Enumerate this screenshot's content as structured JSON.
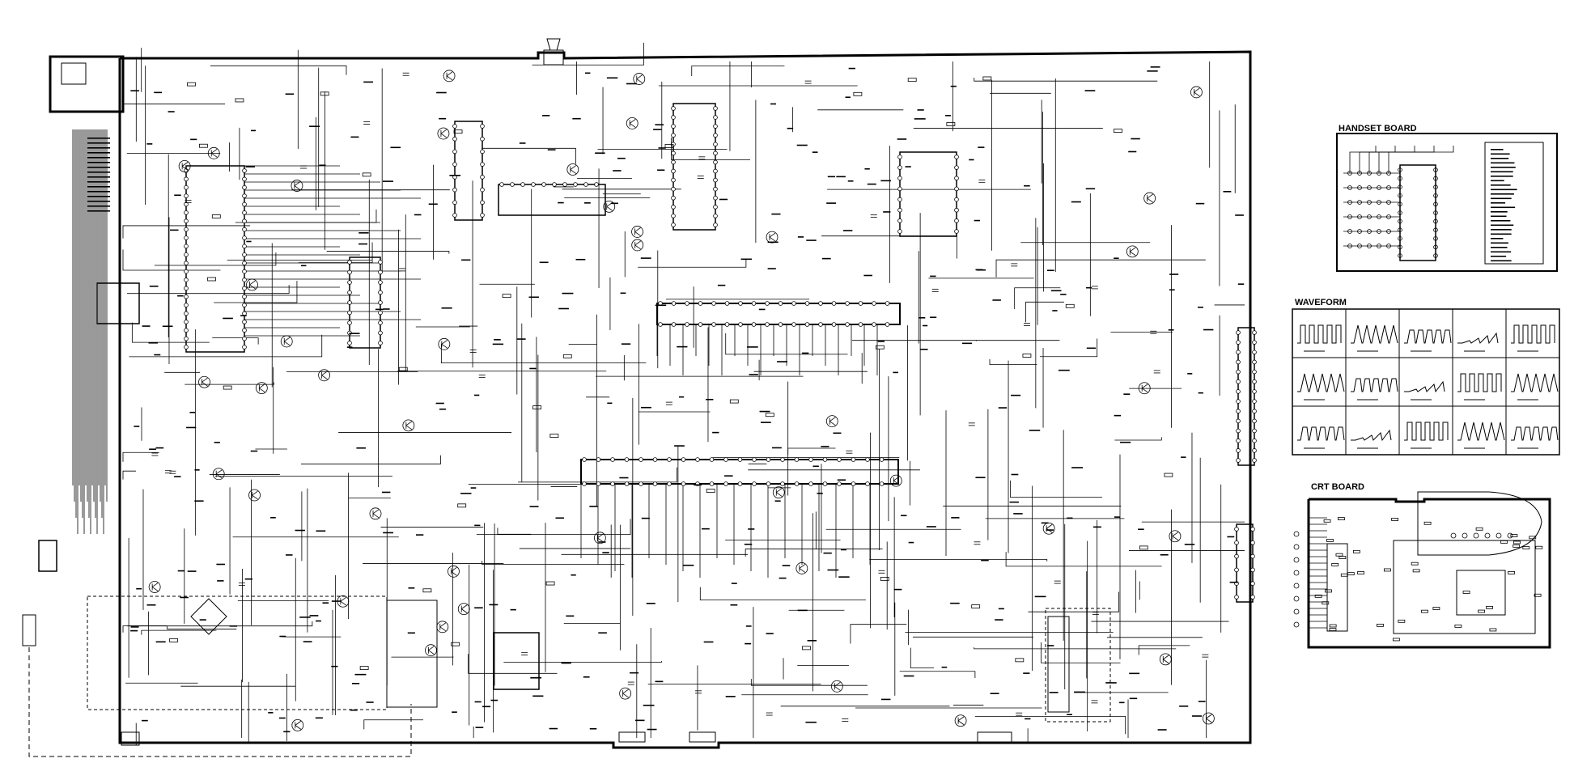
{
  "panels": {
    "handset_board": {
      "title": "HANDSET BOARD"
    },
    "waveform": {
      "title": "WAVEFORM"
    },
    "crt_board": {
      "title": "CRT BOARD"
    }
  },
  "colors": {
    "ink": "#000000",
    "paper": "#ffffff"
  }
}
